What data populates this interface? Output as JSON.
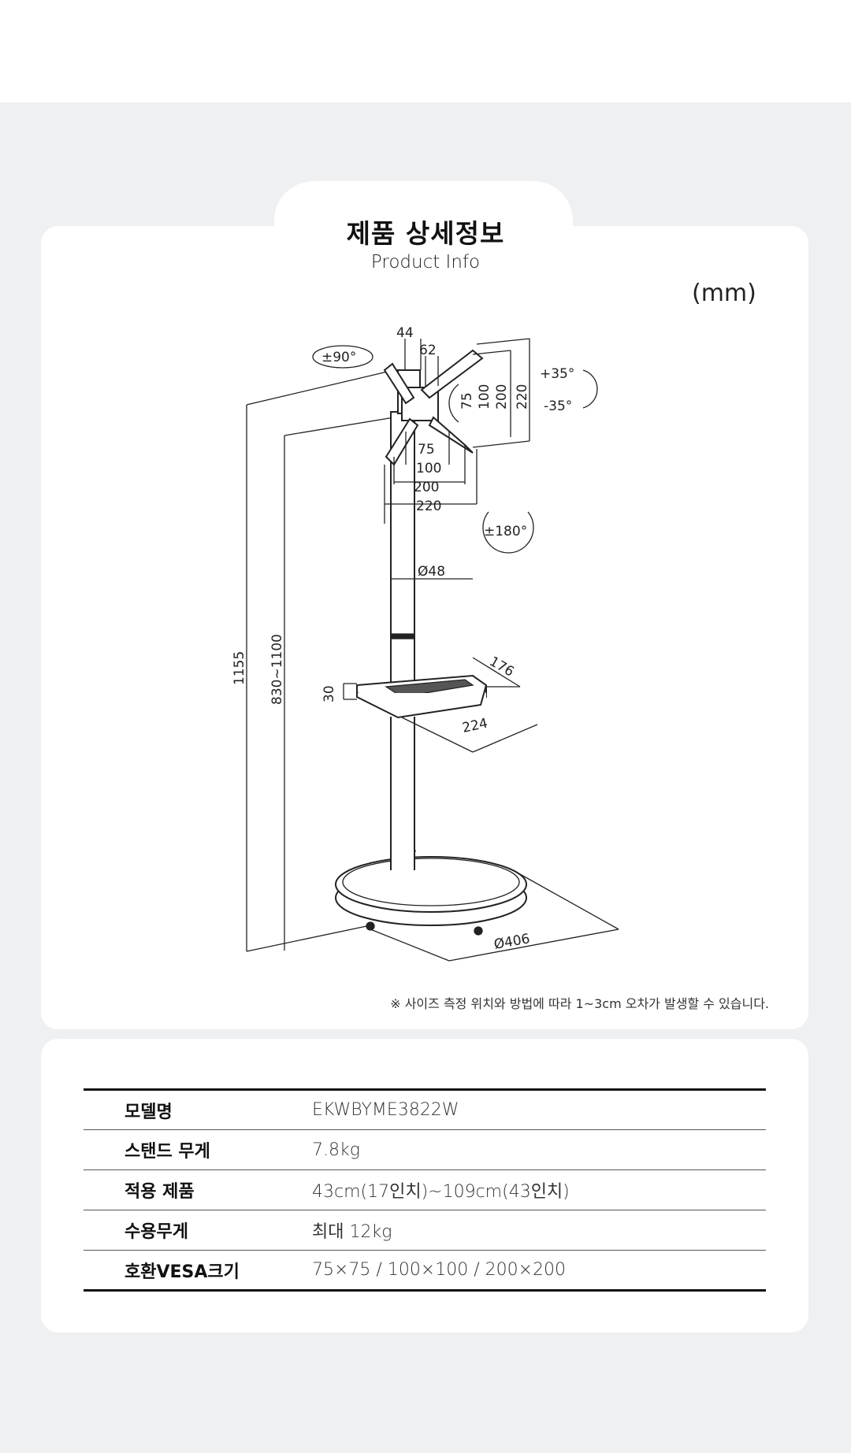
{
  "header": {
    "title": "제품 상세정보",
    "subtitle": "Product Info",
    "unit": "(mm)"
  },
  "diagram": {
    "labels": {
      "d44": "44",
      "d62": "62",
      "rot90": "±90°",
      "tilt_up": "+35°",
      "tilt_down": "-35°",
      "v220": "220",
      "v200": "200",
      "v100": "100",
      "v75": "75",
      "h75": "75",
      "h100": "100",
      "h200": "200",
      "h220": "220",
      "rot180": "±180°",
      "pole": "Ø48",
      "height_total": "1155",
      "height_adj": "830~1100",
      "tray_h": "30",
      "tray_d": "176",
      "tray_w": "224",
      "base": "Ø406"
    }
  },
  "note": "※ 사이즈 측정 위치와 방법에 따라 1~3cm 오차가 발생할 수 있습니다.",
  "specs": [
    {
      "label": "모델명",
      "value": "EKWBYME3822W"
    },
    {
      "label": "스탠드 무게",
      "value": "7.8kg"
    },
    {
      "label": "적용 제품",
      "value": "43cm(17인치)~109cm(43인치)"
    },
    {
      "label": "수용무게",
      "value": "최대 12kg"
    },
    {
      "label": "호환VESA크기",
      "value": "75×75 / 100×100 / 200×200"
    }
  ]
}
